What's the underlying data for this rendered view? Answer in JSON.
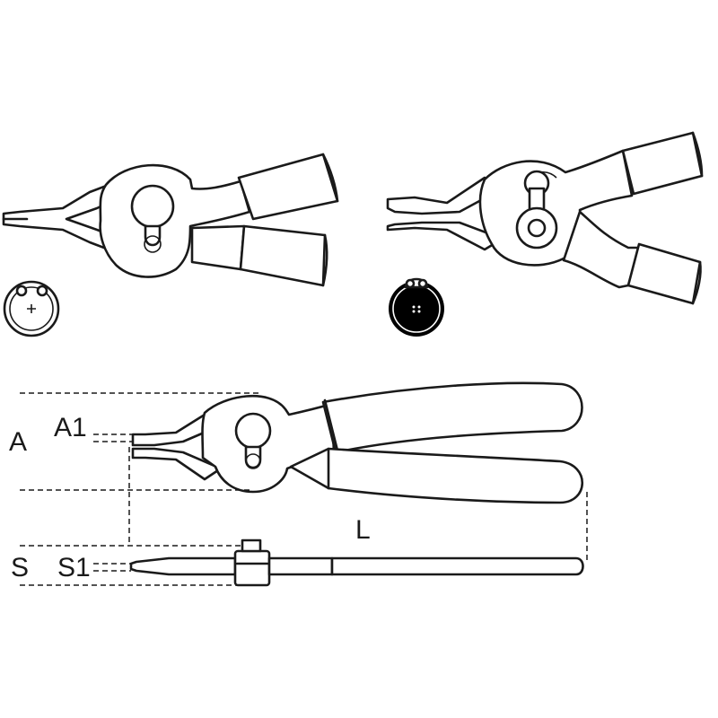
{
  "dimensions": {
    "a_label": "A",
    "a1_label": "A1",
    "l_label": "L",
    "s_label": "S",
    "s1_label": "S1"
  },
  "colors": {
    "line": "#1a1a1a",
    "fill": "#ffffff",
    "ring_fill": "#000000"
  }
}
